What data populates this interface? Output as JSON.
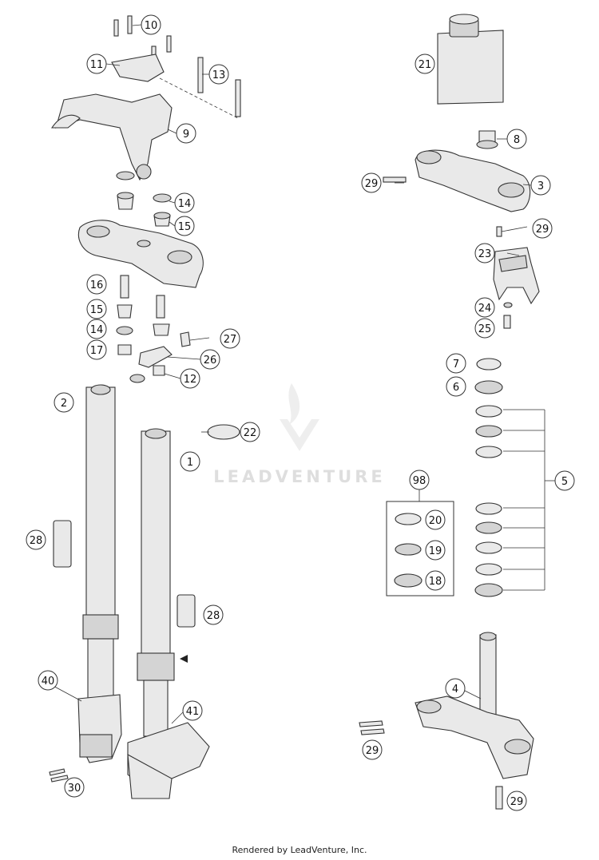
{
  "watermark": "LEADVENTURE",
  "footer": "Rendered by LeadVenture, Inc.",
  "callouts": [
    "10",
    "11",
    "13",
    "9",
    "21",
    "8",
    "29",
    "3",
    "29",
    "14",
    "15",
    "23",
    "16",
    "15",
    "24",
    "14",
    "25",
    "27",
    "17",
    "26",
    "7",
    "12",
    "6",
    "2",
    "22",
    "1",
    "5",
    "98",
    "20",
    "28",
    "19",
    "18",
    "28",
    "40",
    "4",
    "41",
    "29",
    "30",
    "29"
  ]
}
